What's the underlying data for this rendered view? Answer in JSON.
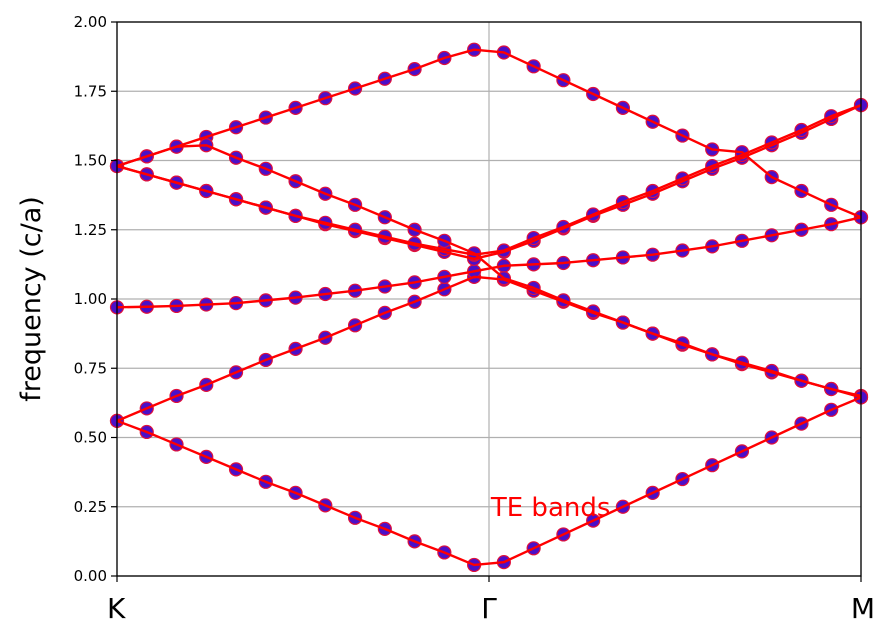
{
  "chart_data": {
    "type": "line",
    "title": "",
    "xlabel": "",
    "ylabel": "frequency (c/a)",
    "ylim": [
      0,
      2.0
    ],
    "yticks": [
      "0.00",
      "0.25",
      "0.50",
      "0.75",
      "1.00",
      "1.25",
      "1.50",
      "1.75",
      "2.00"
    ],
    "xticks": [
      {
        "pos": 0,
        "label": "K"
      },
      {
        "pos": 10,
        "label": "Γ"
      },
      {
        "pos": 20,
        "label": "M"
      }
    ],
    "xlim": [
      0,
      20
    ],
    "grid": true,
    "annotation": {
      "text": "TE bands",
      "x": 10.05,
      "y": 0.25,
      "color": "#ff0000"
    },
    "line_color": "#ff0000",
    "marker_color": "#4b0fc8",
    "x": [
      0,
      0.8,
      1.6,
      2.4,
      3.2,
      4.0,
      4.8,
      5.6,
      6.4,
      7.2,
      8.0,
      8.8,
      9.6,
      10.4,
      11.2,
      12.0,
      12.8,
      13.6,
      14.4,
      15.2,
      16.0,
      16.8,
      17.6,
      18.4,
      19.2,
      20.0
    ],
    "series": [
      {
        "values": [
          0.56,
          0.52,
          0.475,
          0.43,
          0.385,
          0.34,
          0.3,
          0.255,
          0.21,
          0.17,
          0.125,
          0.085,
          0.04,
          0.05,
          0.1,
          0.15,
          0.2,
          0.25,
          0.3,
          0.35,
          0.4,
          0.45,
          0.5,
          0.55,
          0.6,
          0.645
        ]
      },
      {
        "values": [
          0.56,
          0.605,
          0.65,
          0.69,
          0.735,
          0.78,
          0.82,
          0.86,
          0.905,
          0.95,
          0.99,
          1.035,
          1.08,
          1.07,
          1.03,
          0.99,
          0.95,
          0.915,
          0.875,
          0.835,
          0.8,
          0.765,
          0.735,
          0.705,
          0.675,
          0.65
        ]
      },
      {
        "values": [
          0.97,
          0.972,
          0.975,
          0.98,
          0.985,
          0.995,
          1.005,
          1.018,
          1.03,
          1.045,
          1.06,
          1.08,
          1.1,
          1.12,
          1.125,
          1.13,
          1.14,
          1.15,
          1.16,
          1.175,
          1.19,
          1.21,
          1.23,
          1.25,
          1.27,
          1.295
        ]
      },
      {
        "values": [
          1.48,
          1.45,
          1.42,
          1.39,
          1.36,
          1.33,
          1.3,
          1.27,
          1.245,
          1.22,
          1.195,
          1.17,
          1.145,
          1.17,
          1.21,
          1.255,
          1.3,
          1.34,
          1.38,
          1.425,
          1.47,
          1.51,
          1.555,
          1.6,
          1.65,
          1.7
        ]
      },
      {
        "values": [
          1.48,
          1.45,
          1.42,
          1.39,
          1.36,
          1.33,
          1.3,
          1.275,
          1.25,
          1.225,
          1.2,
          1.18,
          1.16,
          1.175,
          1.22,
          1.26,
          1.305,
          1.35,
          1.39,
          1.435,
          1.48,
          1.52,
          1.565,
          1.61,
          1.66,
          1.7
        ]
      },
      {
        "values": [
          1.48,
          1.515,
          1.55,
          1.585,
          1.62,
          1.655,
          1.69,
          1.725,
          1.76,
          1.795,
          1.83,
          1.87,
          1.9,
          1.89,
          1.84,
          1.79,
          1.74,
          1.69,
          1.64,
          1.59,
          1.54,
          1.53,
          1.44,
          1.39,
          1.34,
          1.295
        ]
      },
      {
        "values": [
          1.48,
          1.515,
          1.55,
          1.555,
          1.51,
          1.47,
          1.425,
          1.38,
          1.34,
          1.295,
          1.25,
          1.21,
          1.165,
          1.075,
          1.04,
          0.995,
          0.955,
          0.915,
          0.875,
          0.84,
          0.8,
          0.77,
          0.74,
          0.705,
          0.675,
          0.645
        ]
      }
    ]
  }
}
